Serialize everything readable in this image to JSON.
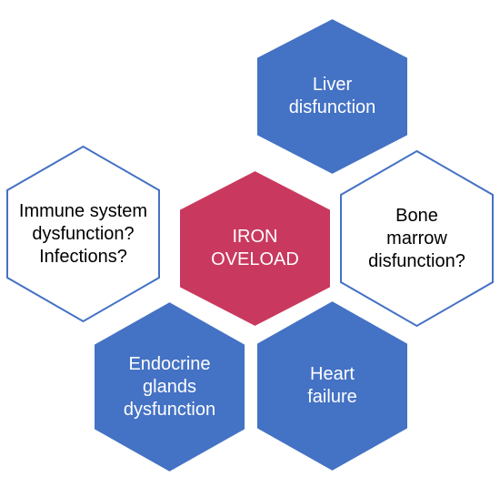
{
  "diagram": {
    "center": {
      "name": "center-hexagon-iron-overload",
      "text": "IRON\nOVELOAD",
      "fill": "#c9395f",
      "stroke": "#ffffff",
      "text_color": "#ffffff"
    },
    "nodes": [
      {
        "name": "hexagon-liver-disfunction",
        "text": "Liver\ndisfunction",
        "fill": "#4472c4",
        "stroke": "#ffffff",
        "text_color": "#ffffff"
      },
      {
        "name": "hexagon-immune-system",
        "text": "Immune system\ndysfunction?\nInfections?",
        "fill": "#ffffff",
        "stroke": "#4472c4",
        "text_color": "#000000"
      },
      {
        "name": "hexagon-bone-marrow",
        "text": "Bone\nmarrow\ndisfunction?",
        "fill": "#ffffff",
        "stroke": "#4472c4",
        "text_color": "#000000"
      },
      {
        "name": "hexagon-endocrine-glands",
        "text": "Endocrine\nglands\ndysfunction",
        "fill": "#4472c4",
        "stroke": "#ffffff",
        "text_color": "#ffffff"
      },
      {
        "name": "hexagon-heart-failure",
        "text": "Heart\nfailure",
        "fill": "#4472c4",
        "stroke": "#ffffff",
        "text_color": "#ffffff"
      }
    ]
  }
}
